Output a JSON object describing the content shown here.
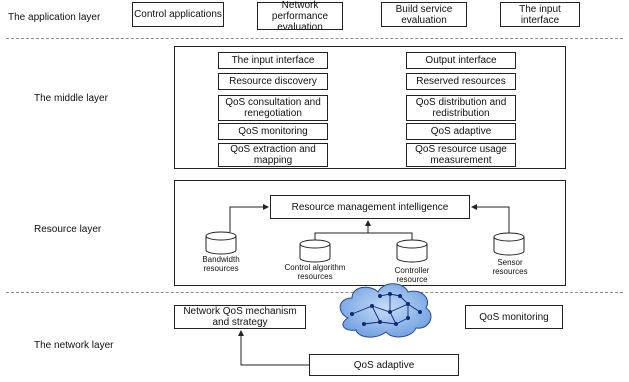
{
  "application_layer": {
    "label": "The application layer",
    "boxes": [
      "Control applications",
      "Network performance evaluation",
      "Build service evaluation",
      "The input interface"
    ]
  },
  "middle_layer": {
    "label": "The middle layer",
    "left": [
      "The input interface",
      "Resource discovery",
      "QoS consultation and renegotiation",
      "QoS monitoring",
      "QoS extraction and mapping"
    ],
    "right": [
      "Output interface",
      "Reserved resources",
      "QoS distribution and redistribution",
      "QoS adaptive",
      "QoS resource usage measurement"
    ]
  },
  "resource_layer": {
    "label": "Resource layer",
    "center_box": "Resource management intelligence",
    "resources": [
      "Bandwidth resources",
      "Control algorithm resources",
      "Controller resource",
      "Sensor resources"
    ]
  },
  "network_layer": {
    "label": "The network layer",
    "mechanism_box": "Network QoS mechanism and strategy",
    "monitoring_box": "QoS monitoring",
    "adaptive_box": "QoS adaptive"
  },
  "colors": {
    "box_fill": "#ffffff",
    "cloud_fill": "#8bb5ea",
    "cloud_node": "#0e2a72",
    "dash": "#8a8a8a"
  }
}
